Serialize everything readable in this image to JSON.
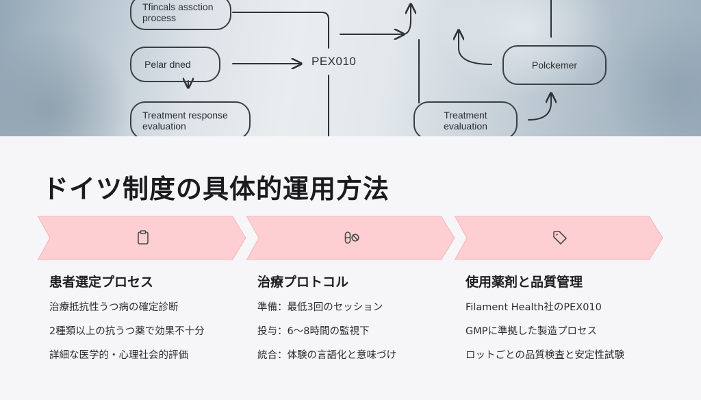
{
  "hero": {
    "nodes": {
      "tl": "Tfincals assction\nprocess",
      "ml": "Pelar dned",
      "bl": "Treatment response\nevaluation",
      "right": "Polckemer",
      "br": "Treatment\nevaluation"
    },
    "center_label": "PEX010"
  },
  "title": "ドイツ制度の具体的運用方法",
  "colors": {
    "chevron_fill": "#fdcfd2",
    "chevron_stroke": "#f6b4b9",
    "icon": "#4a4a4a"
  },
  "steps": [
    {
      "icon": "clipboard-icon",
      "heading": "患者選定プロセス",
      "items": [
        "治療抵抗性うつ病の確定診断",
        "2種類以上の抗うつ薬で効果不十分",
        "詳細な医学的・心理社会的評価"
      ]
    },
    {
      "icon": "pill-icon",
      "heading": "治療プロトコル",
      "items": [
        "準備：最低3回のセッション",
        "投与：6〜8時間の監視下",
        "統合：体験の言語化と意味づけ"
      ]
    },
    {
      "icon": "tag-icon",
      "heading": "使用薬剤と品質管理",
      "items": [
        "Filament Health社のPEX010",
        "GMPに準拠した製造プロセス",
        "ロットごとの品質検査と安定性試験"
      ]
    }
  ]
}
